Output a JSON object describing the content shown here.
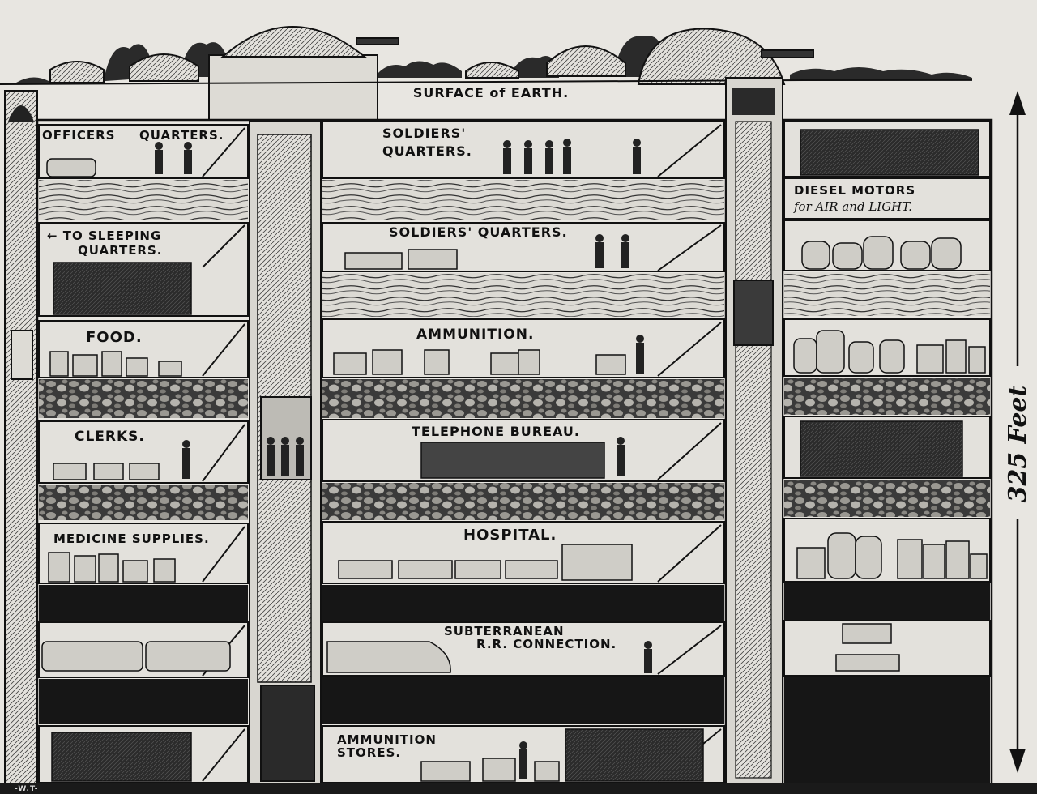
{
  "labels": {
    "surface": "SURFACE of EARTH.",
    "officers": "OFFICERS",
    "quarters": "QUARTERS.",
    "soldiers_1_a": "SOLDIERS'",
    "soldiers_1_b": "QUARTERS.",
    "diesel_a": "DIESEL MOTORS",
    "diesel_b": "for AIR and LIGHT.",
    "sleeping_a": "← TO SLEEPING",
    "sleeping_b": "QUARTERS.",
    "soldiers_2": "SOLDIERS' QUARTERS.",
    "food": "FOOD.",
    "ammunition": "AMMUNITION.",
    "clerks": "CLERKS.",
    "telephone": "TELEPHONE BUREAU.",
    "medicine": "MEDICINE SUPPLIES.",
    "hospital": "HOSPITAL.",
    "rr_a": "SUBTERRANEAN",
    "rr_b": "R.R. CONNECTION.",
    "ammo_stores_a": "AMMUNITION",
    "ammo_stores_b": "STORES.",
    "depth": "325 Feet",
    "signature": "-W.T-"
  },
  "colors": {
    "ink": "#111111",
    "paper": "#e8e6e1",
    "rock": "#2a2a2a",
    "dark_band": "#161616"
  }
}
